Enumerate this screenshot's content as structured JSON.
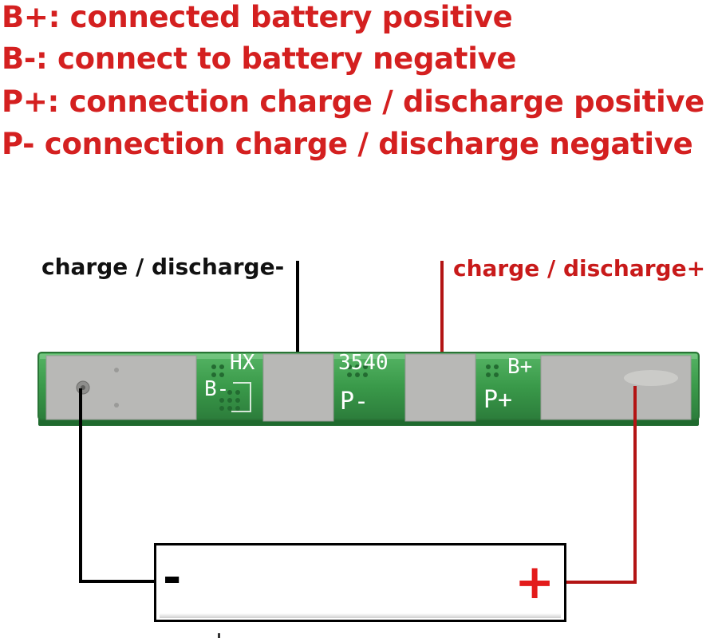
{
  "legend": [
    {
      "text": "B+: connected battery positive"
    },
    {
      "text": "B-: connect to battery negative"
    },
    {
      "text": "P+: connection charge / discharge positive"
    },
    {
      "text": "P- connection charge / discharge negative"
    }
  ],
  "callouts": {
    "negative": "charge / discharge-",
    "positive": "charge / discharge+"
  },
  "board": {
    "labels": {
      "model_prefix": "HX",
      "model_number": "3540",
      "b_minus": "B-",
      "p_minus": "P-",
      "b_plus": "B+",
      "p_plus": "P+"
    }
  },
  "battery": {
    "negative_sign": "-",
    "positive_sign": "+"
  },
  "colors": {
    "legend_text": "#d42020",
    "callout_negative": "#111111",
    "callout_positive": "#c81a1a",
    "wire_negative": "#000000",
    "wire_positive": "#b31414",
    "pcb_green": "#3a9a4a",
    "pad_silver": "#b8b8b6",
    "silkscreen": "#ffffff",
    "battery_minus": "#000000",
    "battery_plus": "#e31b1b"
  }
}
